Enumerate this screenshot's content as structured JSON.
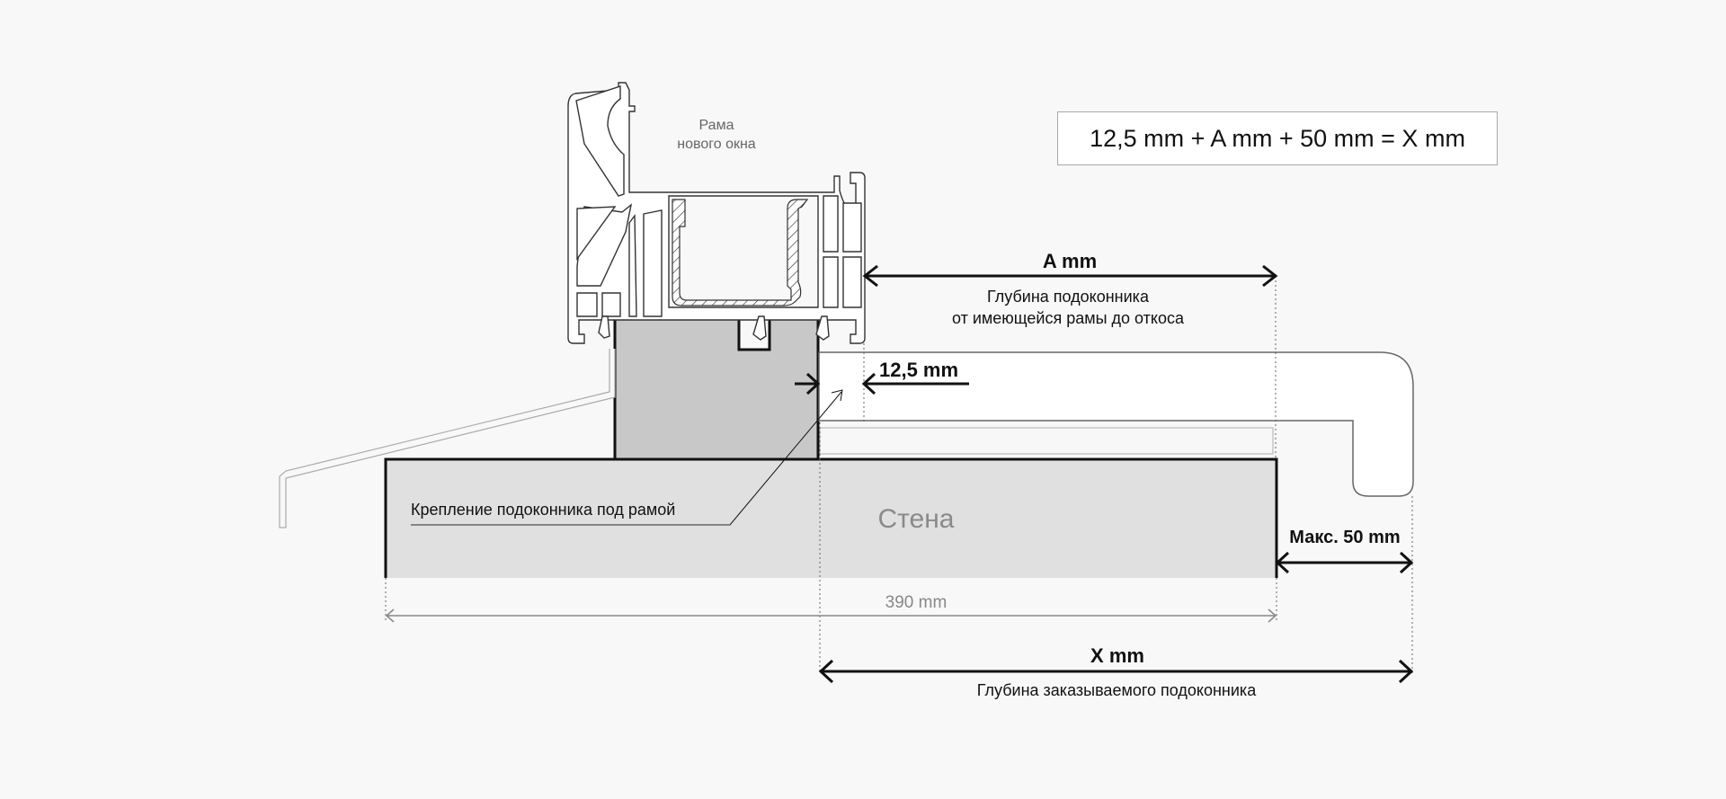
{
  "formula": "12,5 mm + A mm + 50 mm = X mm",
  "labels": {
    "frame_line1": "Рама",
    "frame_line2": "нового окна",
    "a_title": "A mm",
    "a_desc_line1": "Глубина подоконника",
    "a_desc_line2": "от имеющейся рамы до откоса",
    "offset": "12,5 mm",
    "mount": "Крепление подоконника под рамой",
    "wall": "Стена",
    "max_overhang": "Макс. 50 mm",
    "wall_width": "390 mm",
    "x_title": "X mm",
    "x_desc": "Глубина заказываемого подоконника"
  },
  "dimensions": {
    "offset_mm": 12.5,
    "max_overhang_mm": 50,
    "wall_width_mm": 390
  },
  "colors": {
    "background": "#f8f8f8",
    "wall_fill": "#e0e0e0",
    "block_fill": "#c8c8c8",
    "sill_fill": "#ffffff",
    "stroke_dark": "#111111",
    "stroke_grey": "#8a8a8a"
  }
}
